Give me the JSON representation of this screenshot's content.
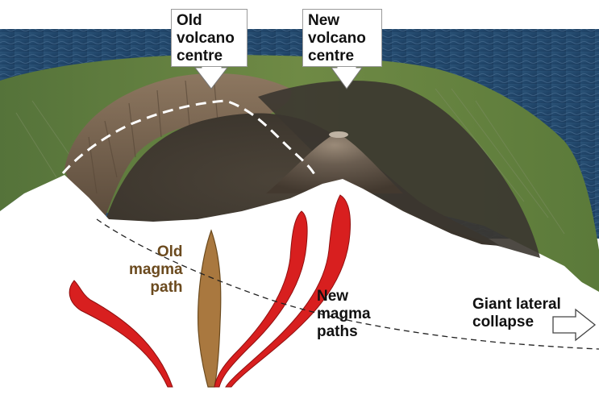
{
  "callouts": {
    "old_centre": {
      "lines": [
        "Old",
        "volcano",
        "centre"
      ]
    },
    "new_centre": {
      "lines": [
        "New",
        "volcano",
        "centre"
      ]
    }
  },
  "labels": {
    "old_magma_path": {
      "lines": [
        "Old",
        "magma",
        "path"
      ]
    },
    "new_magma_paths": {
      "lines": [
        "New",
        "magma",
        "paths"
      ]
    },
    "collapse": {
      "lines": [
        "Giant lateral",
        "collapse"
      ]
    }
  },
  "colors": {
    "ocean": "#24496b",
    "vegetation": "#5f7f3a",
    "crater_rock": "#4a4237",
    "old_magma": "#a9783f",
    "old_magma_text": "#6b4a1e",
    "new_magma": "#d81f1f",
    "text": "#111111"
  }
}
